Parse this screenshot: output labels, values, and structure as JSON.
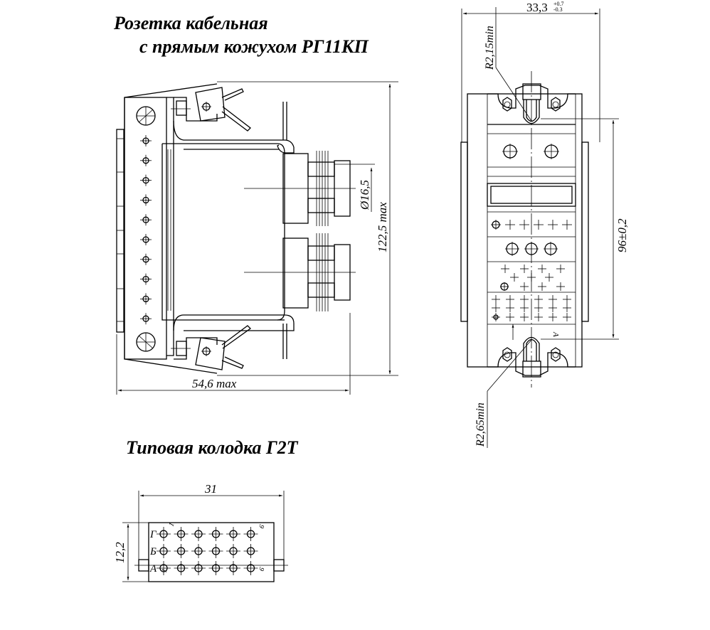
{
  "titles": {
    "socket_line1": "Розетка кабельная",
    "socket_line2": "с прямым кожухом РГ11КП",
    "block": "Типовая колодка Г2Т"
  },
  "side_view": {
    "dim_height": "122,5 max",
    "dim_width": "54,6 max",
    "dim_diameter": "Ø16,5",
    "left_contacts_count": 10
  },
  "front_view": {
    "dim_width": "33,3",
    "dim_width_tol_upper": "+0.7",
    "dim_width_tol_lower": "-0.3",
    "dim_pitch": "96±0,2",
    "radius_top": "R2,15min",
    "radius_bottom": "R2,65min",
    "mark_a": "А"
  },
  "block_g2t": {
    "dim_width": "31",
    "dim_height": "12,2",
    "row_labels": [
      "Г",
      "Б",
      "А"
    ],
    "col_start": "1",
    "col_end": "6",
    "columns": 6
  }
}
